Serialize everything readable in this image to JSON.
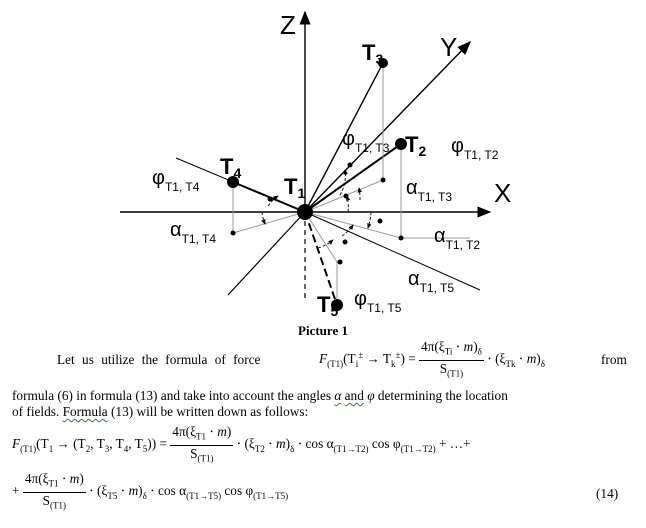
{
  "figure": {
    "axis_labels": {
      "z": "Z",
      "y": "Y",
      "x": "X"
    },
    "points": {
      "t1": "T",
      "t1_sub": "1",
      "t2": "T",
      "t2_sub": "2",
      "t3": "T",
      "t3_sub": "3",
      "t4": "T",
      "t4_sub": "4",
      "t5": "T",
      "t5_sub": "5"
    },
    "angle_labels": {
      "phi_t1t3": {
        "sym": "φ",
        "sub": "T1, T3"
      },
      "phi_t1t2": {
        "sym": "φ",
        "sub": "T1, T2"
      },
      "phi_t1t4": {
        "sym": "φ",
        "sub": "T1, T4"
      },
      "phi_t1t5": {
        "sym": "φ",
        "sub": "T1, T5"
      },
      "alpha_t1t3": {
        "sym": "α",
        "sub": "T1, T3"
      },
      "alpha_t1t4": {
        "sym": "α",
        "sub": "T1, T4"
      },
      "alpha_t1t2": {
        "sym": "α",
        "sub": "T1, T2"
      },
      "alpha_t1t5": {
        "sym": "α",
        "sub": "T1, T5"
      }
    }
  },
  "caption": "Picture 1",
  "paragraph": {
    "line1_start": "Let us utilize the formula of force",
    "line1_end": "from",
    "line2": "formula (6) in formula (13)   and take into account the angles",
    "alpha": "α",
    "and": "and",
    "phi": "φ",
    "line2_end": "determining the location",
    "line3_start": "of fields.",
    "formula_word": "Formula",
    "line3_end": " (13) will be written down as follows:"
  },
  "equation": {
    "number": "(14)",
    "dots": "+   …+",
    "plus": "+"
  }
}
